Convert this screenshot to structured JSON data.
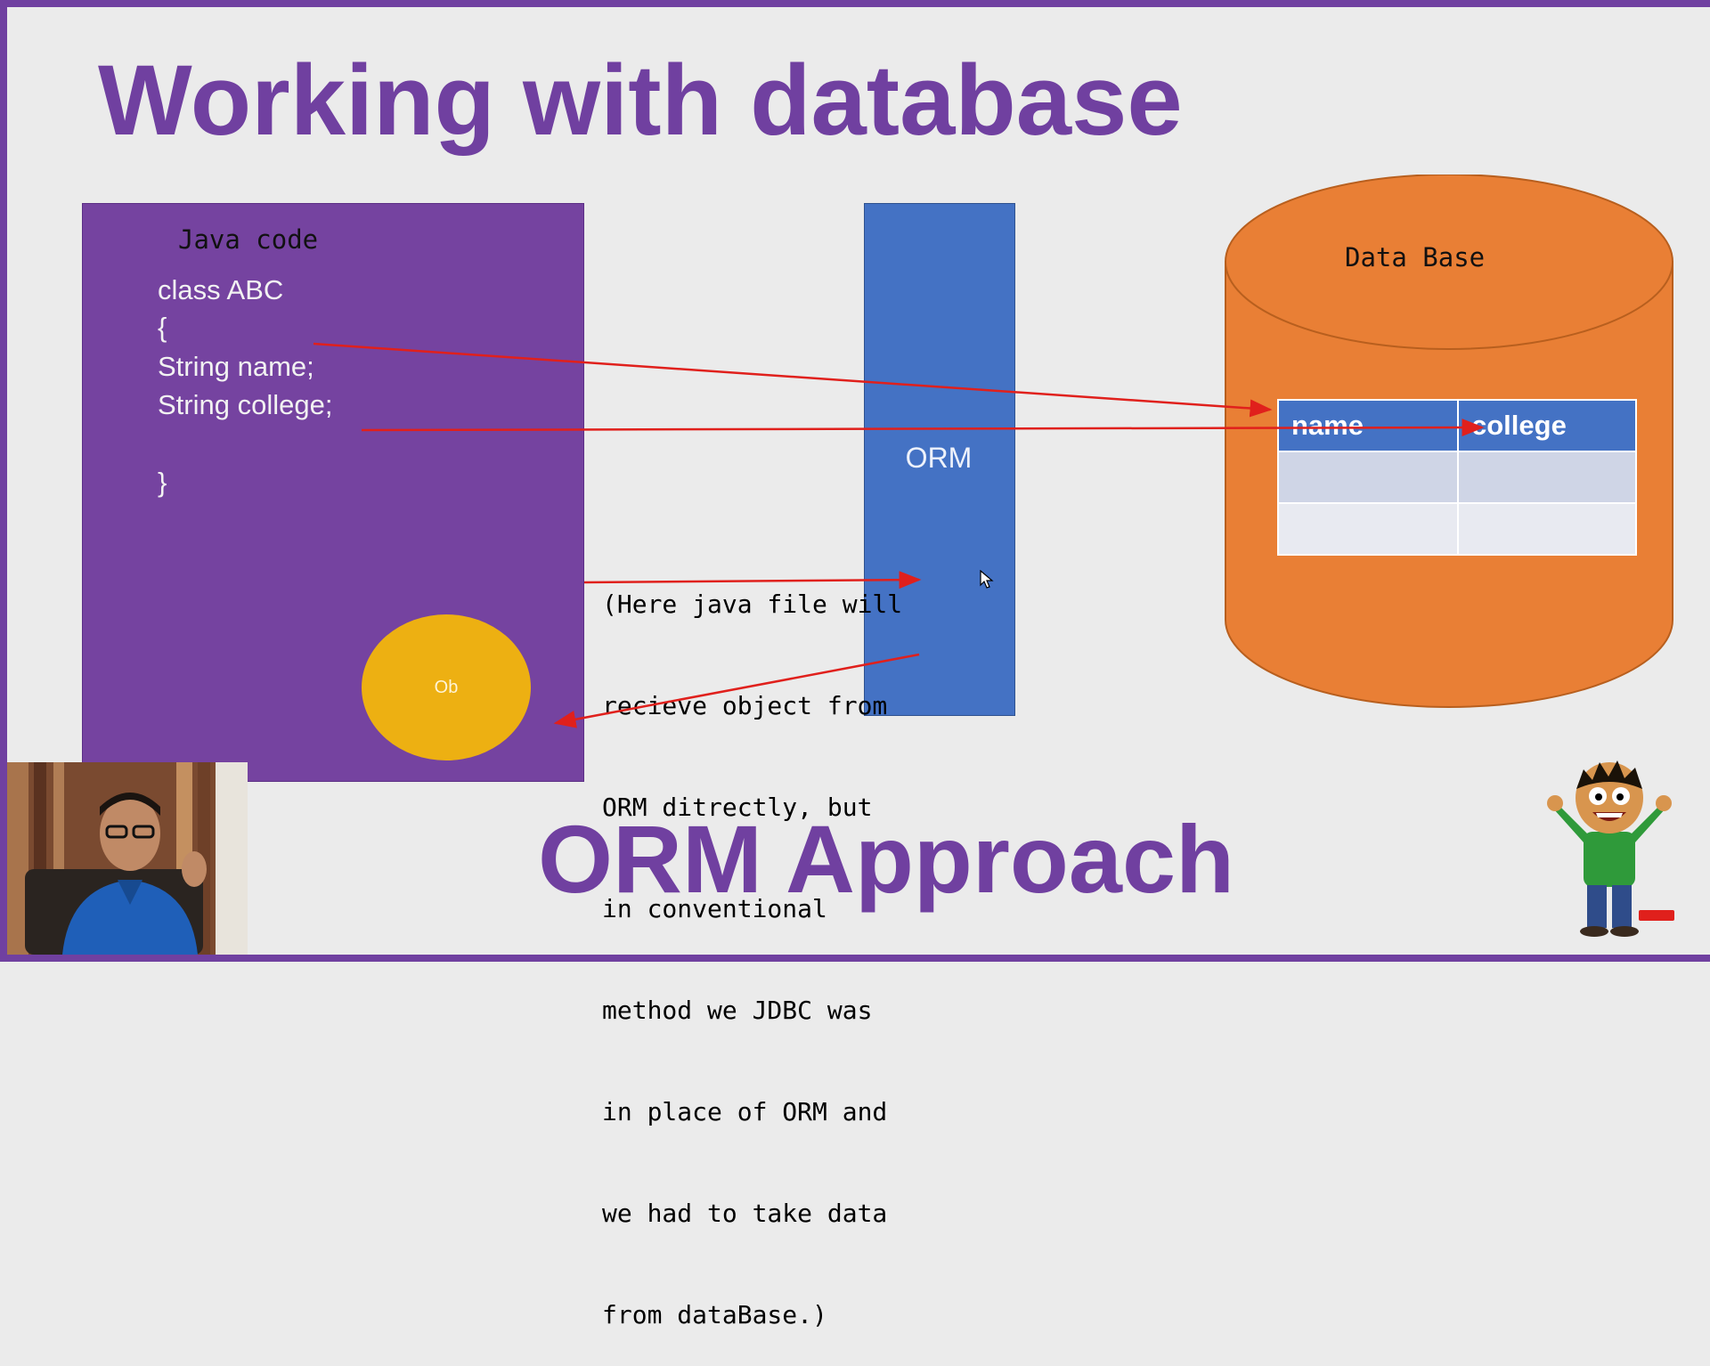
{
  "slide": {
    "title": "Working with database",
    "subtitle": "ORM Approach"
  },
  "java_panel": {
    "caption": "Java code",
    "code_lines": [
      "class ABC",
      "{",
      "String name;",
      "String college;",
      "}"
    ],
    "object_label": "Ob"
  },
  "orm_panel": {
    "label": "ORM"
  },
  "note": {
    "lines": [
      "(Here java file will",
      "recieve object from",
      "ORM ditrectly, but",
      "in conventional",
      "method we JDBC was",
      "in place of ORM and",
      "we had to take data",
      "from dataBase.)"
    ]
  },
  "database": {
    "title": "Data Base",
    "columns": [
      "name",
      "college"
    ]
  },
  "colors": {
    "purple": "#7040a0",
    "orm_blue": "#4472c4",
    "db_orange": "#e97f35",
    "object_yellow": "#edb012",
    "arrow_red": "#e0201c"
  },
  "icons": {
    "cursor": "mouse-pointer-icon",
    "presenter": "webcam-presenter",
    "mascot": "cartoon-mascot-icon"
  }
}
